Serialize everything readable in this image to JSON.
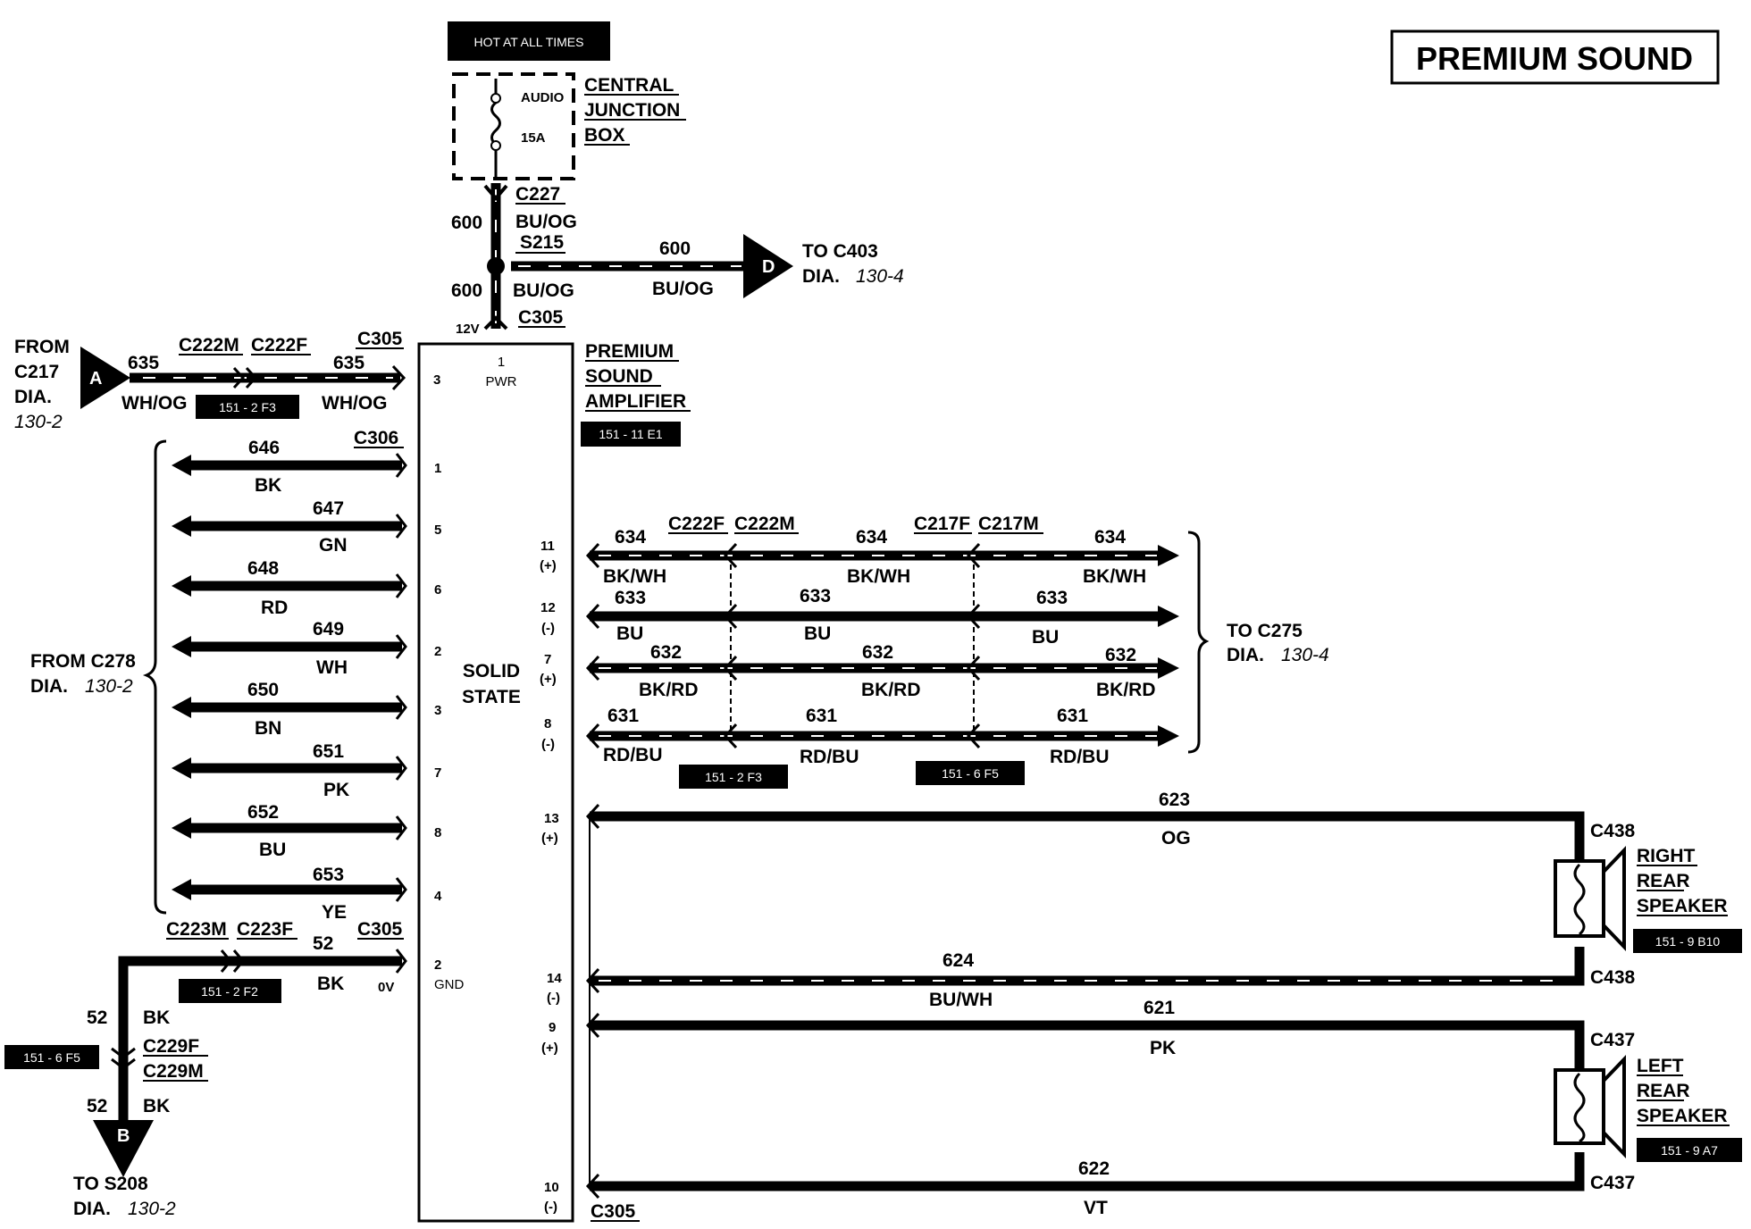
{
  "title": "PREMIUM SOUND",
  "power": {
    "hot_label": "HOT AT ALL TIMES",
    "fuse_name": "AUDIO",
    "fuse_rating": "15A",
    "junction_box": [
      "CENTRAL",
      "JUNCTION",
      "BOX"
    ],
    "c227": "C227",
    "wire_600": "600",
    "wire_color": "BU/OG",
    "splice": "S215",
    "c305": "C305",
    "volt": "12V",
    "to_c403": "TO C403",
    "dia_word": "DIA.",
    "dia_c403": "130-4",
    "connector_d": "D"
  },
  "amplifier": {
    "name": [
      "PREMIUM",
      "SOUND",
      "AMPLIFIER"
    ],
    "ref": "151 - 11 E1",
    "pin1": "1",
    "pwr": "PWR",
    "solid_state": [
      "SOLID",
      "STATE"
    ],
    "gnd": "GND"
  },
  "input": {
    "from": "FROM",
    "c217": "C217",
    "dia": "DIA.",
    "dia_num": "130-2",
    "connector_a": "A",
    "wire": "635",
    "color": "WH/OG",
    "c222m": "C222M",
    "c222f": "C222F",
    "c305": "C305",
    "ref": "151 - 2 F3",
    "pin": "3"
  },
  "c278": {
    "label": "FROM C278",
    "dia": "DIA.",
    "dia_num": "130-2",
    "connector": "C306",
    "wires": [
      {
        "num": "646",
        "color": "BK",
        "pin": "1"
      },
      {
        "num": "647",
        "color": "GN",
        "pin": "5"
      },
      {
        "num": "648",
        "color": "RD",
        "pin": "6"
      },
      {
        "num": "649",
        "color": "WH",
        "pin": "2"
      },
      {
        "num": "650",
        "color": "BN",
        "pin": "3"
      },
      {
        "num": "651",
        "color": "PK",
        "pin": "7"
      },
      {
        "num": "652",
        "color": "BU",
        "pin": "8"
      },
      {
        "num": "653",
        "color": "YE",
        "pin": "4"
      }
    ]
  },
  "ground": {
    "c223m": "C223M",
    "c223f": "C223F",
    "c305": "C305",
    "wire": "52",
    "color": "BK",
    "ov": "0V",
    "pin": "2",
    "ref": "151 - 2 F2",
    "c229f": "C229F",
    "c229m": "C229M",
    "ref2": "151 - 6 F5",
    "connector_b": "B",
    "to_s208": "TO S208",
    "dia": "DIA.",
    "dia_num": "130-2"
  },
  "outputs": {
    "c222f": "C222F",
    "c222m": "C222M",
    "c217f": "C217F",
    "c217m": "C217M",
    "to_c275": "TO C275",
    "dia": "DIA.",
    "dia_num": "130-4",
    "ref1": "151 - 2 F3",
    "ref2": "151 - 6 F5",
    "wires": [
      {
        "num": "634",
        "color": "BK/WH",
        "pin": "11",
        "pol": "(+)"
      },
      {
        "num": "633",
        "color": "BU",
        "pin": "12",
        "pol": "(-)"
      },
      {
        "num": "632",
        "color": "BK/RD",
        "pin": "7",
        "pol": "(+)"
      },
      {
        "num": "631",
        "color": "RD/BU",
        "pin": "8",
        "pol": "(-)"
      }
    ]
  },
  "speakers": {
    "right": {
      "name": [
        "RIGHT",
        "REAR",
        "SPEAKER"
      ],
      "ref": "151 - 9 B10",
      "connector": "C438",
      "wire_pos": {
        "num": "623",
        "color": "OG",
        "pin": "13",
        "pol": "(+)"
      },
      "wire_neg": {
        "num": "624",
        "color": "BU/WH",
        "pin": "14",
        "pol": "(-)"
      }
    },
    "left": {
      "name": [
        "LEFT",
        "REAR",
        "SPEAKER"
      ],
      "ref": "151 - 9 A7",
      "connector": "C437",
      "wire_pos": {
        "num": "621",
        "color": "PK",
        "pin": "9",
        "pol": "(+)"
      },
      "wire_neg": {
        "num": "622",
        "color": "VT",
        "pin": "10",
        "pol": "(-)"
      }
    },
    "c305": "C305"
  }
}
